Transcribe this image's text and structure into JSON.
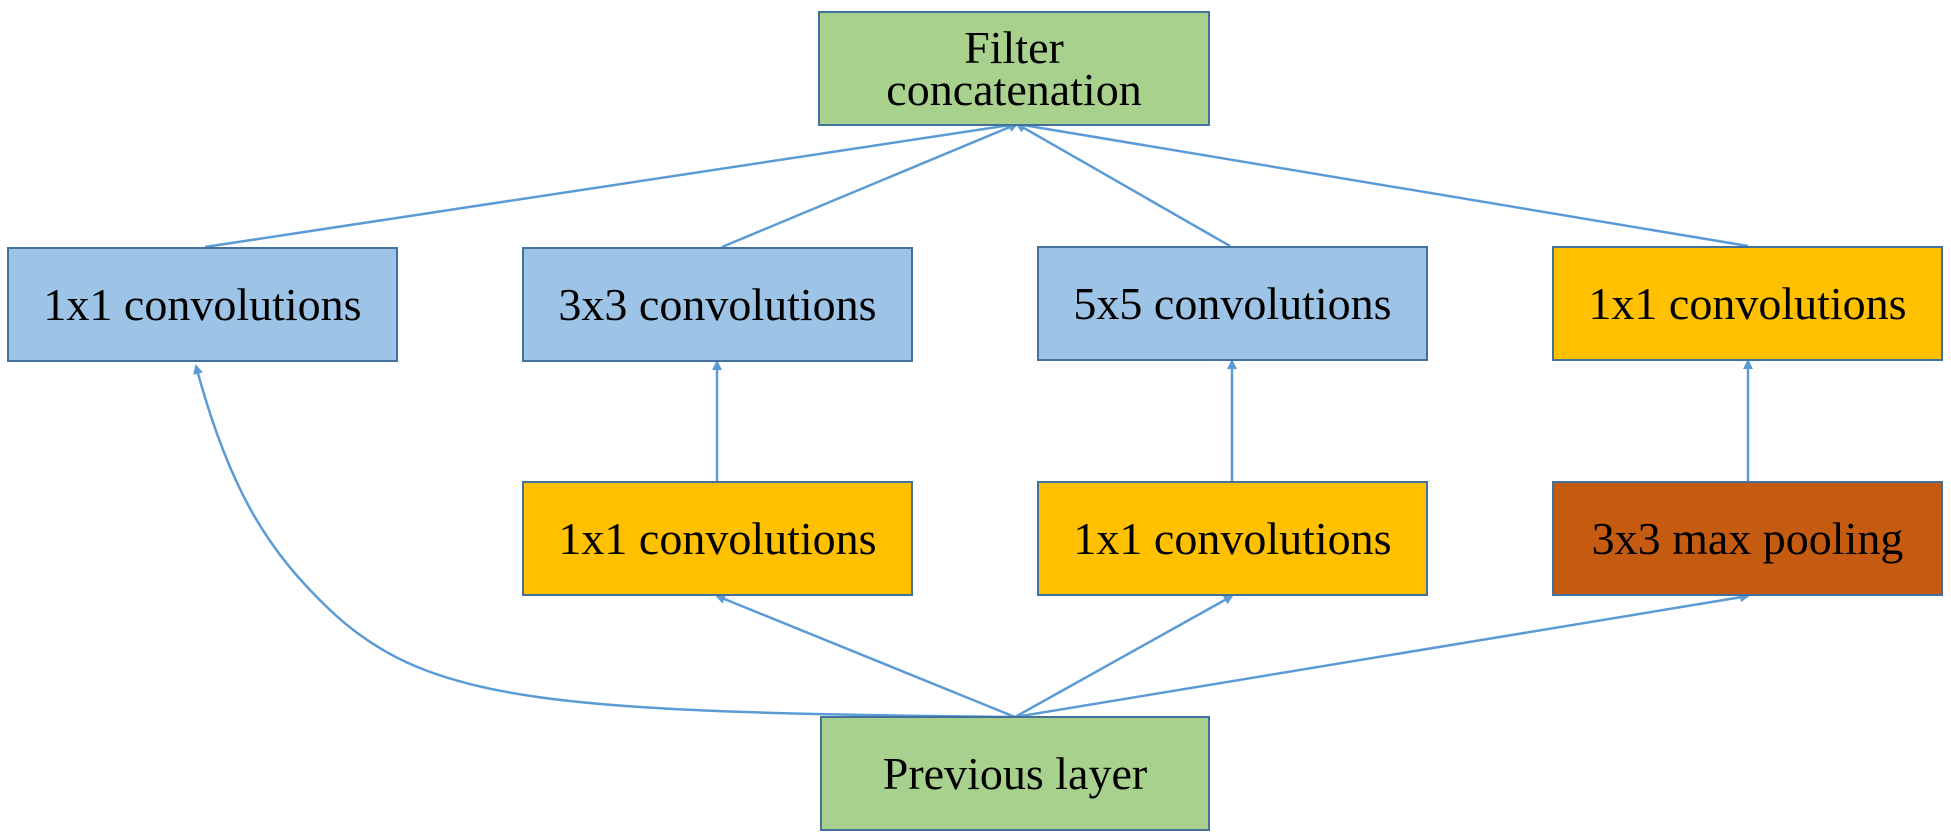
{
  "colors": {
    "green": "#a9d18e",
    "blue": "#9dc3e6",
    "yellow": "#ffc000",
    "orange": "#c55a11",
    "arrow": "#5b9bd5"
  },
  "nodes": {
    "filter_concat": {
      "line1": "Filter",
      "line2": "concatenation"
    },
    "conv1x1_a": "1x1 convolutions",
    "conv3x3": "3x3 convolutions",
    "conv5x5": "5x5 convolutions",
    "conv1x1_d": "1x1 convolutions",
    "conv1x1_b": "1x1 convolutions",
    "conv1x1_c": "1x1 convolutions",
    "maxpool": "3x3 max pooling",
    "previous_layer": "Previous layer"
  },
  "edges": [
    {
      "from": "previous_layer",
      "to": "conv1x1_a"
    },
    {
      "from": "previous_layer",
      "to": "conv1x1_b"
    },
    {
      "from": "previous_layer",
      "to": "conv1x1_c"
    },
    {
      "from": "previous_layer",
      "to": "maxpool"
    },
    {
      "from": "conv1x1_b",
      "to": "conv3x3"
    },
    {
      "from": "conv1x1_c",
      "to": "conv5x5"
    },
    {
      "from": "maxpool",
      "to": "conv1x1_d"
    },
    {
      "from": "conv1x1_a",
      "to": "filter_concat"
    },
    {
      "from": "conv3x3",
      "to": "filter_concat"
    },
    {
      "from": "conv5x5",
      "to": "filter_concat"
    },
    {
      "from": "conv1x1_d",
      "to": "filter_concat"
    }
  ]
}
